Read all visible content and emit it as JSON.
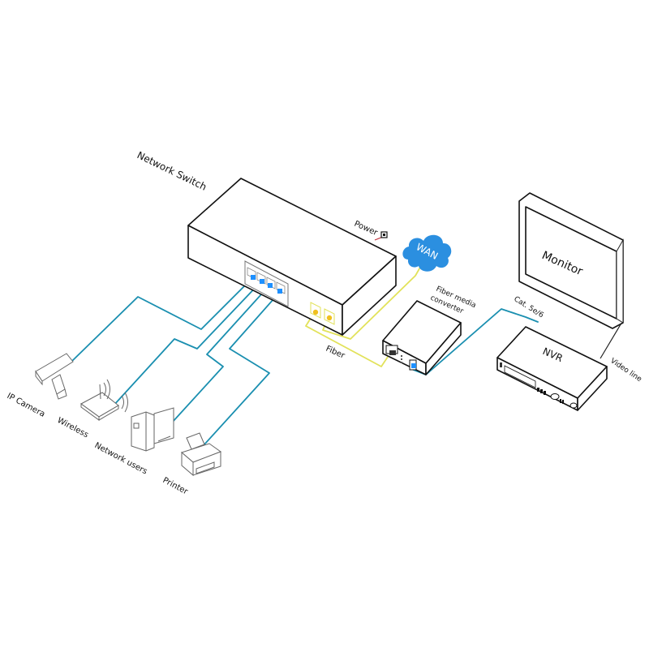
{
  "diagram": {
    "type": "network-topology",
    "colors": {
      "ethernet_cable": "#1a8fb0",
      "fiber_cable": "#e2e25a",
      "wan_cloud": "#2b8fe0",
      "port_plug": "#1e90ff",
      "fiber_plug": "#f0c020",
      "power_cable": "#c0303a",
      "outline": "#111111"
    },
    "nodes": {
      "switch": {
        "label": "Network Switch"
      },
      "power": {
        "label": "Power"
      },
      "wan": {
        "label": "WAN"
      },
      "media_converter": {
        "label_line1": "Fiber media",
        "label_line2": "converter"
      },
      "monitor": {
        "label": "Monitor"
      },
      "nvr": {
        "label": "NVR"
      },
      "ip_camera": {
        "label": "IP Camera"
      },
      "wireless": {
        "label": "Wireless"
      },
      "network_users": {
        "label": "Network users"
      },
      "printer": {
        "label": "Printer"
      }
    },
    "edges": {
      "fiber": {
        "label": "Fiber"
      },
      "cat": {
        "label": "Cat. 5e/6"
      },
      "video": {
        "label": "Video line"
      }
    }
  }
}
